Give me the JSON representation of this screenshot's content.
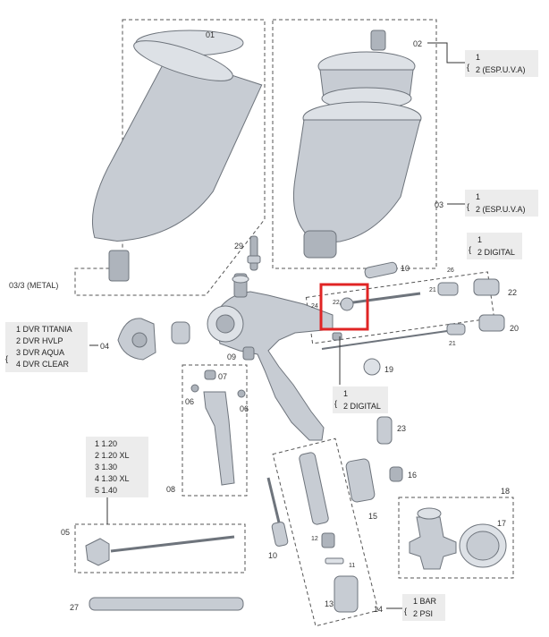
{
  "callouts": {
    "p01": "01",
    "p02": "02",
    "p03": "03",
    "p03_3": "03/3 (METAL)",
    "p04": "04",
    "p05": "05",
    "p06a": "06",
    "p06b": "06",
    "p07": "07",
    "p08": "08",
    "p09": "09",
    "p10a": "10",
    "p10b": "10",
    "p12": "12",
    "p13": "13",
    "p14": "14",
    "p15": "15",
    "p16": "16",
    "p17": "17",
    "p18": "18",
    "p19": "19",
    "p20": "20",
    "p21a": "21",
    "p21b": "21",
    "p22a": "22",
    "p22b": "22",
    "p23": "23",
    "p24": "24",
    "p26": "26",
    "p27": "27",
    "p29": "29",
    "p11": "11"
  },
  "options": {
    "p02": [
      "1",
      "2 (ESP.U.V.A)"
    ],
    "p03": [
      "1",
      "2 (ESP.U.V.A)"
    ],
    "p26": [
      "1",
      "2 DIGITAL"
    ],
    "center": [
      "1",
      "2 DIGITAL"
    ],
    "p04": [
      "1  DVR TITANIA",
      "2  DVR HVLP",
      "3  DVR AQUA",
      "4  DVR CLEAR"
    ],
    "p05": [
      "1   1.20",
      "2   1.20 XL",
      "3   1.30",
      "4   1.30 XL",
      "5   1.40"
    ],
    "p14": [
      "1 BAR",
      "2 PSI"
    ]
  },
  "highlight_color": "#e02424"
}
